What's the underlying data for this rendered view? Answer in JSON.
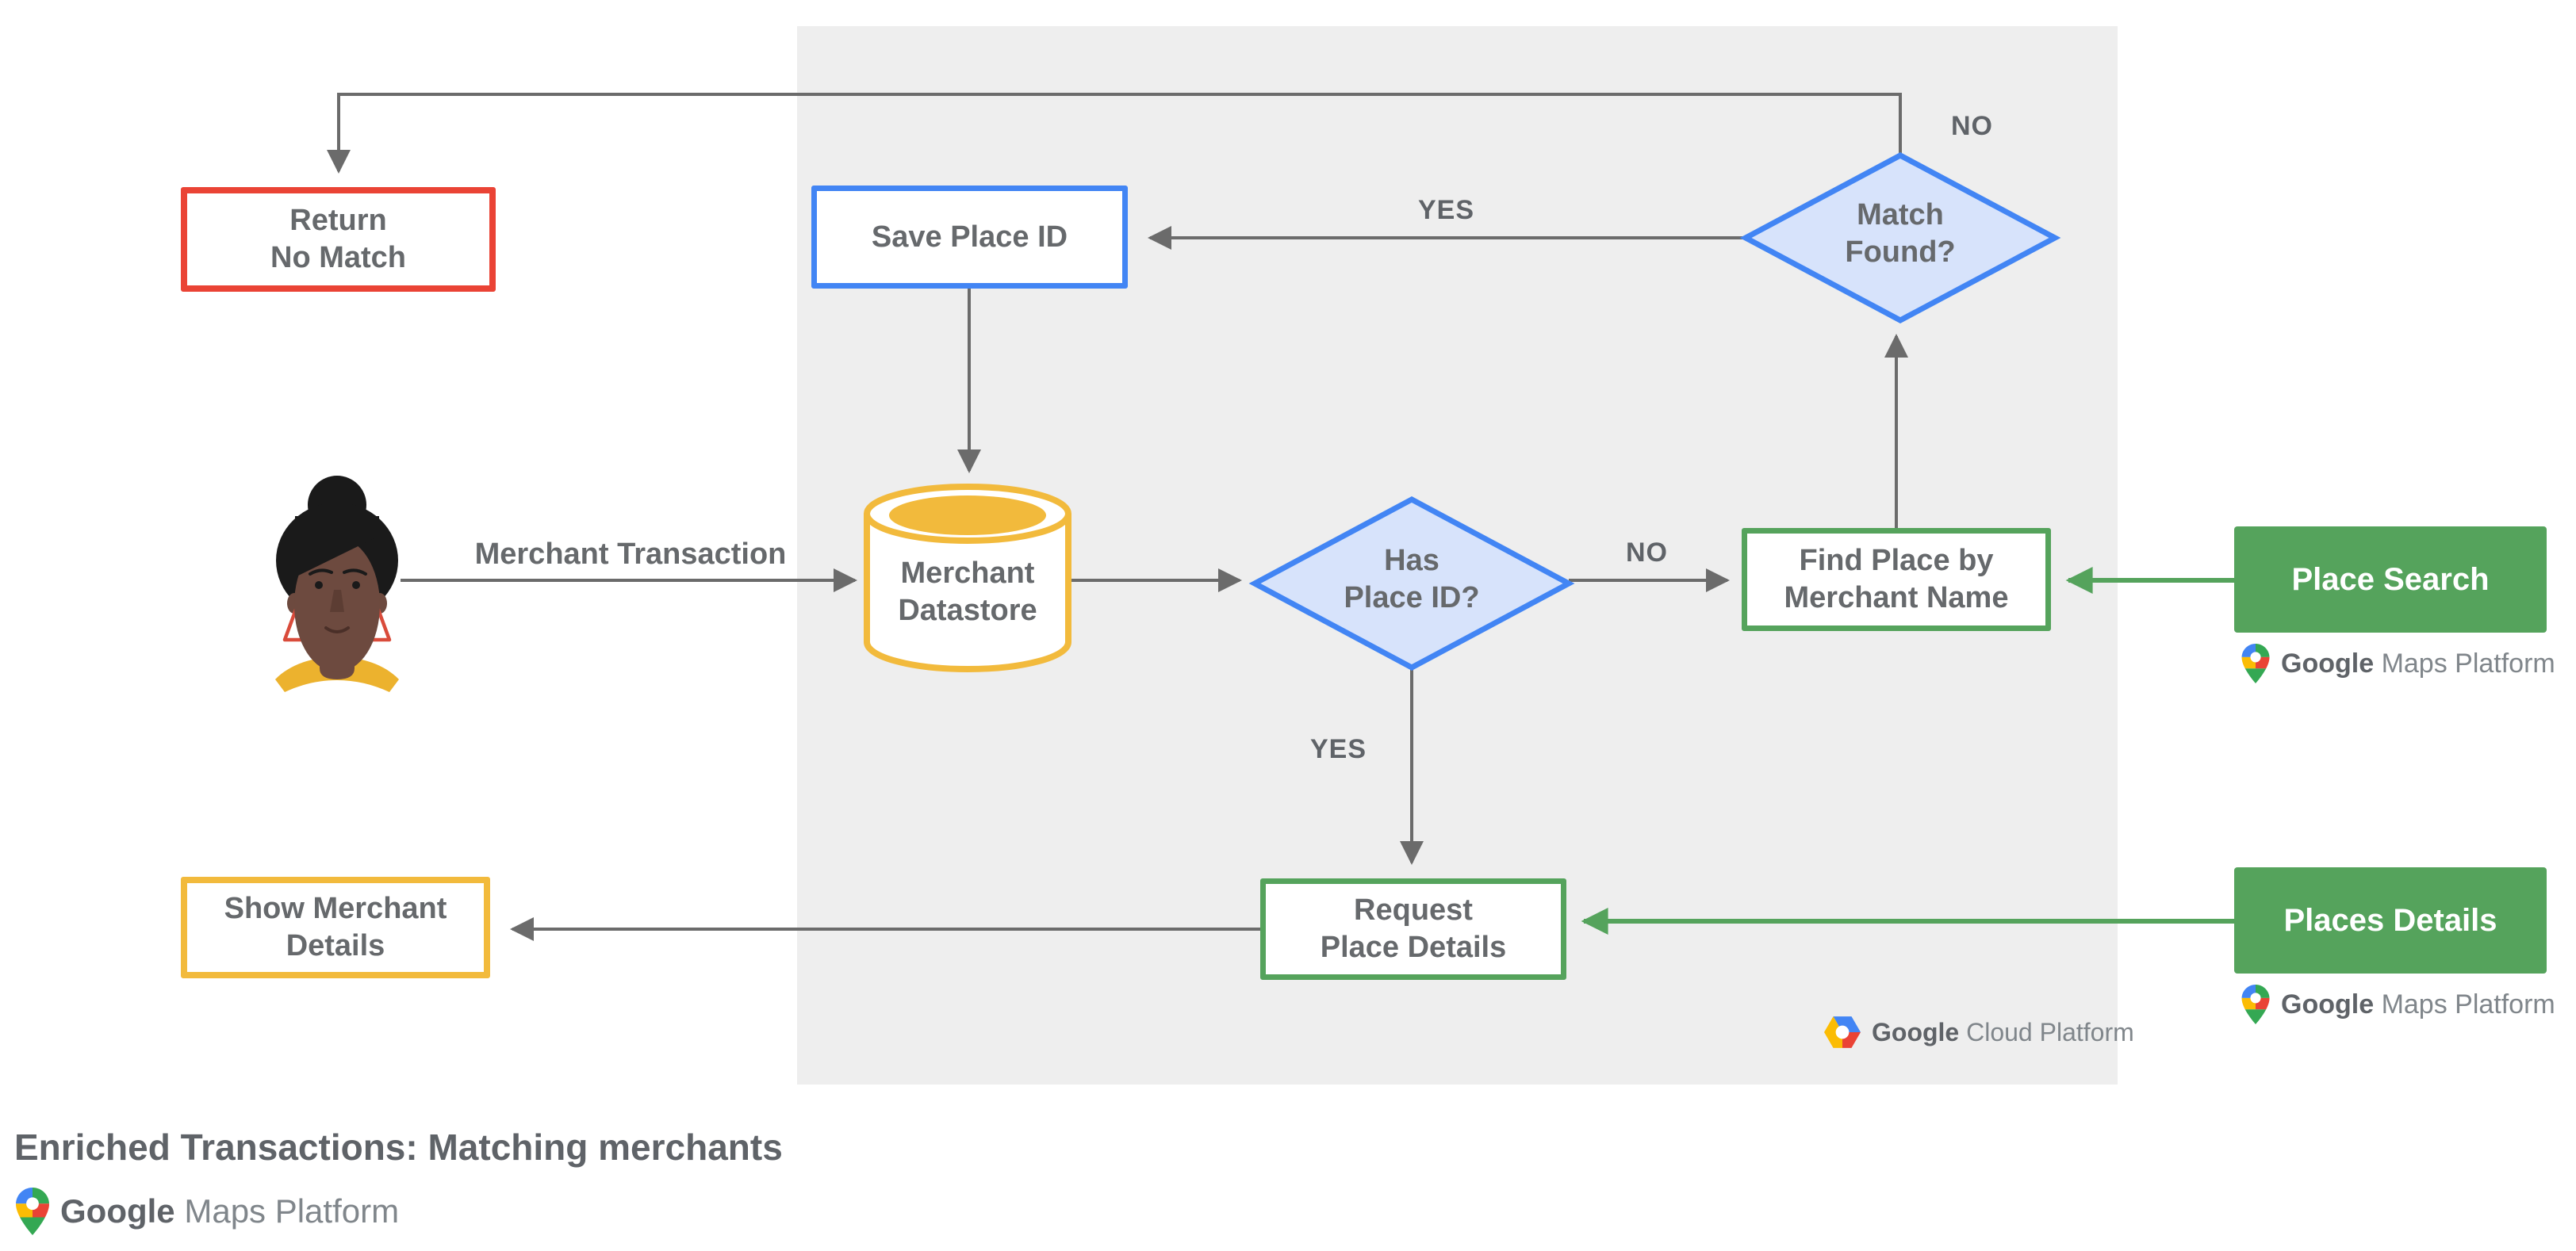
{
  "title": "Enriched Transactions: Matching merchants",
  "nodes": {
    "return_no_match": {
      "line1": "Return",
      "line2": "No Match"
    },
    "save_place_id": {
      "label": "Save Place ID"
    },
    "merchant_datastore": {
      "line1": "Merchant",
      "line2": "Datastore"
    },
    "has_place_id": {
      "line1": "Has",
      "line2": "Place ID?"
    },
    "match_found": {
      "line1": "Match",
      "line2": "Found?"
    },
    "find_place": {
      "line1": "Find Place by",
      "line2": "Merchant Name"
    },
    "request_place_details": {
      "line1": "Request",
      "line2": "Place Details"
    },
    "show_merchant_details": {
      "line1": "Show Merchant",
      "line2": "Details"
    },
    "place_search": {
      "label": "Place Search"
    },
    "places_details": {
      "label": "Places Details"
    }
  },
  "edge_labels": {
    "merchant_transaction": "Merchant Transaction",
    "yes_top": "YES",
    "no_top": "NO",
    "no_mid": "NO",
    "yes_mid": "YES"
  },
  "logos": {
    "gmp": {
      "google": "Google",
      "rest": "Maps Platform"
    },
    "gcp": {
      "google": "Google",
      "rest": "Cloud Platform"
    }
  },
  "colors": {
    "red": "#EA4335",
    "blue": "#4285F4",
    "blue-fill": "#D7E3FB",
    "yellow": "#F2BA3C",
    "green": "#55A35C",
    "panel": "#EEEEEE",
    "text": "#66696C",
    "label": "#5F6368",
    "arrow": "#6B6B6B",
    "lightgray": "#80868B"
  }
}
